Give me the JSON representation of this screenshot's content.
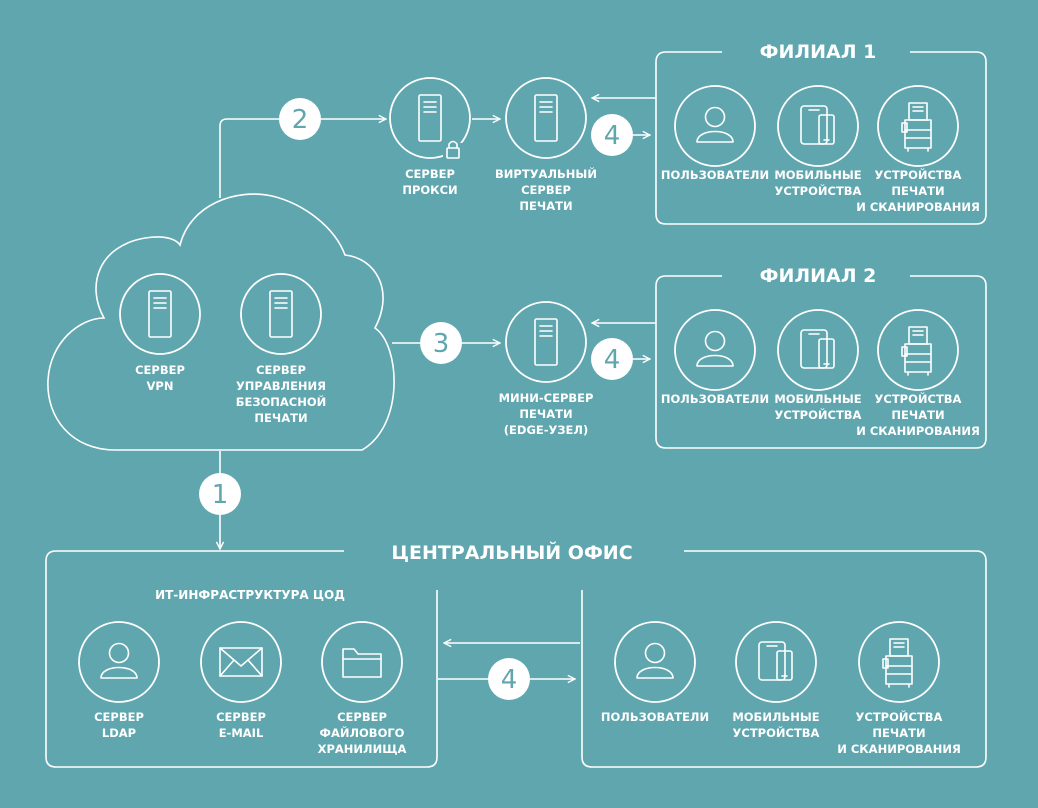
{
  "colors": {
    "background": "#5fa6ae",
    "foreground": "#ffffff"
  },
  "branch1": {
    "title": "ФИЛИАЛ 1",
    "users": [
      "ПОЛЬЗОВАТЕЛИ"
    ],
    "mobile": [
      "МОБИЛЬНЫЕ",
      "УСТРОЙСТВА"
    ],
    "print": [
      "УСТРОЙСТВА",
      "ПЕЧАТИ",
      "И СКАНИРОВАНИЯ"
    ]
  },
  "branch2": {
    "title": "ФИЛИАЛ 2",
    "users": [
      "ПОЛЬЗОВАТЕЛИ"
    ],
    "mobile": [
      "МОБИЛЬНЫЕ",
      "УСТРОЙСТВА"
    ],
    "print": [
      "УСТРОЙСТВА",
      "ПЕЧАТИ",
      "И СКАНИРОВАНИЯ"
    ]
  },
  "proxy_server": [
    "СЕРВЕР",
    "ПРОКСИ"
  ],
  "virtual_print_server": [
    "ВИРТУАЛЬНЫЙ",
    "СЕРВЕР",
    "ПЕЧАТИ"
  ],
  "mini_print_server": [
    "МИНИ-СЕРВЕР",
    "ПЕЧАТИ",
    "(EDGE-УЗЕЛ)"
  ],
  "cloud": {
    "vpn_server": [
      "СЕРВЕР",
      "VPN"
    ],
    "secure_print_server": [
      "СЕРВЕР",
      "УПРАВЛЕНИЯ",
      "БЕЗОПАСНОЙ",
      "ПЕЧАТИ"
    ]
  },
  "central_office": {
    "title": "ЦЕНТРАЛЬНЫЙ ОФИС",
    "it_infra_title": "ИТ-ИНФРАСТРУКТУРА ЦОД",
    "ldap": [
      "СЕРВЕР",
      "LDAP"
    ],
    "email": [
      "СЕРВЕР",
      "E-MAIL"
    ],
    "file": [
      "СЕРВЕР",
      "ФАЙЛОВОГО",
      "ХРАНИЛИЩА"
    ],
    "users": [
      "ПОЛЬЗОВАТЕЛИ"
    ],
    "mobile": [
      "МОБИЛЬНЫЕ",
      "УСТРОЙСТВА"
    ],
    "print": [
      "УСТРОЙСТВА",
      "ПЕЧАТИ",
      "И СКАНИРОВАНИЯ"
    ]
  },
  "steps": {
    "s1": "1",
    "s2": "2",
    "s3": "3",
    "s4a": "4",
    "s4b": "4",
    "s4c": "4"
  }
}
